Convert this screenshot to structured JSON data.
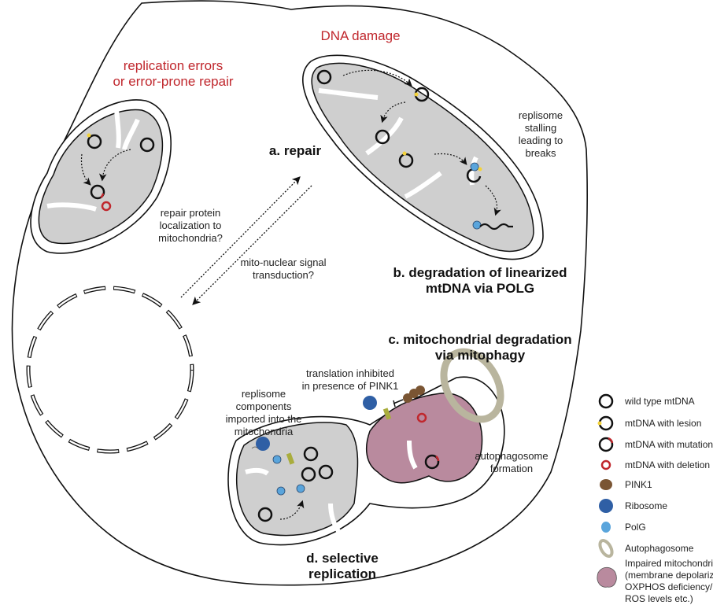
{
  "figure": {
    "causes": {
      "replication_errors": [
        "replication errors",
        "or error-prone repair"
      ],
      "dna_damage": "DNA damage"
    },
    "annotations": {
      "repair_protein": [
        "repair protein",
        "localization to",
        "mitochondria?"
      ],
      "signal": [
        "mito-nuclear signal",
        "transduction?"
      ],
      "replisome_stalling": [
        "replisome",
        "stalling",
        "leading to",
        "breaks"
      ],
      "translation": [
        "translation inhibited",
        "in presence of PINK1"
      ],
      "replisome_import": [
        "replisome",
        "components",
        "imported into the",
        "mitochondria"
      ],
      "autophagosome_formation": [
        "autophagosome",
        "formation"
      ]
    },
    "mechanisms": {
      "a": [
        "a.  repair"
      ],
      "b": [
        "b.  degradation of linearized",
        "mtDNA via POLG"
      ],
      "c": [
        "c.  mitochondrial degradation",
        "via mitophagy"
      ],
      "d": [
        "d.  selective",
        "replication"
      ]
    },
    "colors": {
      "membrane_gray": "#cfcfcf",
      "impaired_pink": "#b98a9e",
      "red": "#c0272d",
      "ribosome_blue": "#2f5fa5",
      "polg_blue": "#5aa5dc",
      "pink1_brown": "#7a5533",
      "lesion_yellow": "#f3d23a",
      "autophagosome": "#b9b59e",
      "channel_green": "#a9ad3d"
    }
  },
  "legend": [
    {
      "icon": "wild-type-mtdna-icon",
      "label": "wild type mtDNA"
    },
    {
      "icon": "mtdna-lesion-icon",
      "label": "mtDNA with lesion"
    },
    {
      "icon": "mtdna-mutation-icon",
      "label": "mtDNA with mutation"
    },
    {
      "icon": "mtdna-deletion-icon",
      "label": "mtDNA with deletion"
    },
    {
      "icon": "pink1-icon",
      "label": "PINK1"
    },
    {
      "icon": "ribosome-icon",
      "label": "Ribosome"
    },
    {
      "icon": "polg-icon",
      "label": "PolG"
    },
    {
      "icon": "autophagosome-icon",
      "label": "Autophagosome"
    },
    {
      "icon": "impaired-mitochondria-icon",
      "label": [
        "Impaired mitochondria",
        "(membrane depolarization/",
        "OXPHOS deficiency/ higher",
        "ROS levels etc.)"
      ]
    }
  ]
}
